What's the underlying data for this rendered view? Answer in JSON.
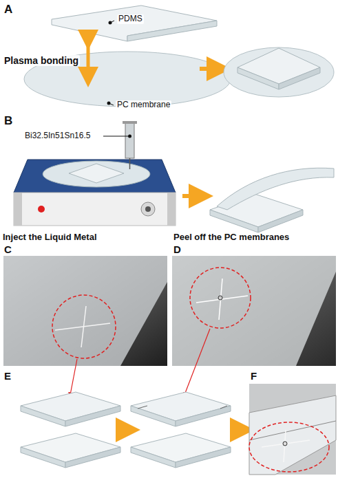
{
  "diagram": {
    "labels": [
      "A",
      "PDMS",
      "Plasma bonding",
      "PC membrane",
      "B",
      "Bi32.5In51Sn16.5",
      "Inject the Liquid Metal",
      "Peel off the PC membranes",
      "C",
      "D",
      "E",
      "F"
    ]
  }
}
